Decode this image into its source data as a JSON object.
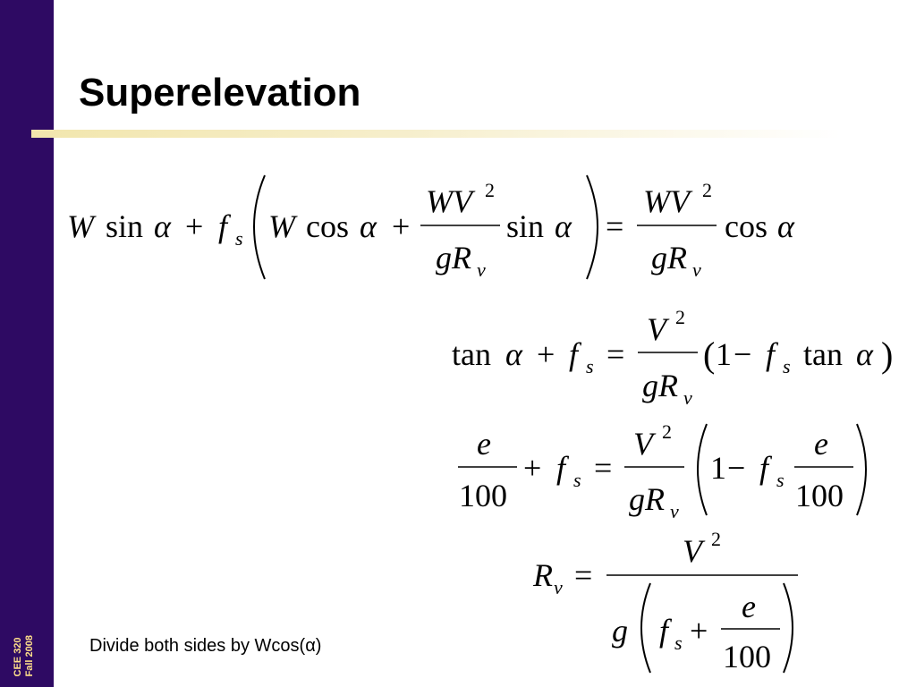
{
  "sidebar": {
    "course": "CEE 320",
    "term": "Fall 2008"
  },
  "slide": {
    "title": "Superelevation",
    "caption": "Divide both sides by Wcos(α)"
  },
  "equations": {
    "eq1": {
      "W": "W",
      "sin": "sin",
      "alpha": "α",
      "plus": "+",
      "f": "f",
      "s": "s",
      "cos": "cos",
      "WV": "WV",
      "two": "2",
      "gR": "gR",
      "v": "v",
      "eq": "="
    },
    "eq2": {
      "tan": "tan",
      "alpha": "α",
      "plus": "+",
      "f": "f",
      "s": "s",
      "eq": "=",
      "V": "V",
      "two": "2",
      "gR": "gR",
      "v": "v",
      "one": "1",
      "minus": "−"
    },
    "eq3": {
      "e": "e",
      "hundred": "100",
      "plus": "+",
      "f": "f",
      "s": "s",
      "eq": "=",
      "V": "V",
      "two": "2",
      "gR": "gR",
      "v": "v",
      "one": "1",
      "minus": "−"
    },
    "eq4": {
      "R": "R",
      "v": "v",
      "eq": "=",
      "V": "V",
      "two": "2",
      "g": "g",
      "f": "f",
      "s": "s",
      "plus": "+",
      "e": "e",
      "hundred": "100"
    }
  }
}
